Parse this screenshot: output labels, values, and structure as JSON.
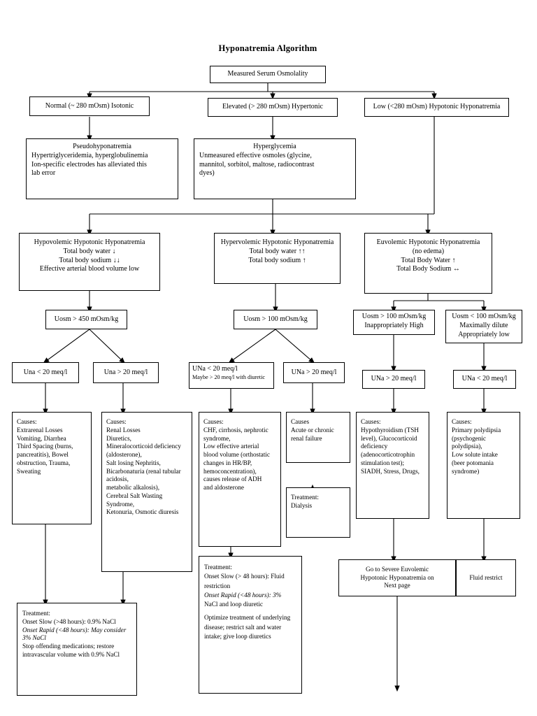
{
  "title": "Hyponatremia Algorithm",
  "nodes": {
    "root": "Measured Serum Osmolality",
    "osm_normal": "Normal (~ 280 mOsm) Isotonic",
    "osm_elevated": "Elevated (> 280 mOsm) Hypertonic",
    "osm_low": "Low (<280 mOsm) Hypotonic  Hyponatremia",
    "pseudo": {
      "l1": "Pseudohyponatremia",
      "l2": "Hypertriglyceridemia, hyperglobulinemia",
      "l3": "Ion-specific electrodes has alleviated this",
      "l4": "lab error"
    },
    "hyperglycemia": {
      "l1": "Hyperglycemia",
      "l2": "Unmeasured effective osmoles (glycine,",
      "l3": "mannitol, sorbitol, maltose,  radiocontrast",
      "l4": "dyes)"
    },
    "hypovolemic": {
      "l1": "Hypovolemic Hypotonic Hyponatremia",
      "l2": "Total body water ↓",
      "l3": "Total body sodium ↓↓",
      "l4": "Effective arterial blood volume low"
    },
    "hypervolemic": {
      "l1": "Hypervolemic Hypotonic Hyponatremia",
      "l2": "Total body water ↑↑",
      "l3": "Total body sodium ↑"
    },
    "euvolemic": {
      "l1": "Euvolemic Hypotonic Hyponatremia",
      "l2": "(no edema)",
      "l3": "Total Body Water ↑",
      "l4": "Total Body Sodium ↔"
    },
    "uosm_450": "Uosm > 450 mOsm/kg",
    "uosm_100_hyper": "Uosm > 100 mOsm/kg",
    "uosm_100_high": {
      "l1": "Uosm > 100 mOsm/kg",
      "l2": "Inappropriately High"
    },
    "uosm_100_low": {
      "l1": "Uosm < 100 mOsm/kg",
      "l2": "Maximally dilute",
      "l3": "Appropriately low"
    },
    "una_lt20_a": "Una < 20 meq/l",
    "una_gt20_a": "Una > 20 meq/l",
    "una_lt20_b": {
      "l1": "UNa < 20 meq/l",
      "l2": "Maybe > 20 meq/l with diuretic"
    },
    "una_gt20_b": "UNa > 20 meq/l",
    "una_gt20_c": "UNa > 20 meq/l",
    "una_lt20_d": "UNa < 20 meq/l",
    "causes_extrarenal": {
      "l1": "Causes:",
      "l2": "Extrarenal Losses",
      "l3": "Vomiting, Diarrhea",
      "l4": "Third Spacing (burns,",
      "l5": "pancreatitis), Bowel",
      "l6": "obstruction, Trauma,",
      "l7": "Sweating"
    },
    "causes_renal": {
      "l1": "Causes:",
      "l2": "Renal Losses",
      "l3": "Diuretics,",
      "l4": "Mineralocorticoid deficiency",
      "l5": "(aldosterone),",
      "l6": "Salt losing Nephritis,",
      "l7": "Bicarbonaturia (renal tubular",
      "l8": "acidosis,",
      "l9": "metabolic alkalosis),",
      "l10": "Cerebral Salt Wasting",
      "l11": "Syndrome,",
      "l12": "Ketonuria, Osmotic diuresis"
    },
    "causes_chf": {
      "l1": "Causes:",
      "l2": "CHF, cirrhosis, nephrotic",
      "l3": "syndrome,",
      "l4": "Low effective arterial",
      "l5": "blood volume (orthostatic",
      "l6": "changes in HR/BP,",
      "l7": "hemoconcentration),",
      "l8": "causes release of ADH",
      "l9": "and aldosterone"
    },
    "causes_renal_failure": {
      "l1": "Causes",
      "l2": "Acute or chronic",
      "l3": "renal failure"
    },
    "causes_siadh": {
      "l1": "Causes:",
      "l2": "Hypothyroidism (TSH",
      "l3": "level), Glucocorticoid",
      "l4": "deficiency",
      "l5": "(adenocorticotrophin",
      "l6": "stimulation test);",
      "l7": "SIADH, Stress, Drugs,"
    },
    "causes_polydipsia": {
      "l1": "Causes:",
      "l2": "Primary polydipsia",
      "l3": "(psychogenic",
      "l4": "polydipsia),",
      "l5": "Low solute intake",
      "l6": "(beer potomania",
      "l7": "syndrome)"
    },
    "treatment_dialysis": {
      "l1": "Treatment:",
      "l2": "Dialysis"
    },
    "treatment_hypovolemic": {
      "l1": "Treatment:",
      "l2": "Onset Slow (>48 hours): 0.9% NaCl",
      "l3": "Onset Rapid (<48 hours): May consider",
      "l4": "3% NaCl",
      "l5": "Stop offending medications; restore",
      "l6": "intravascular volume with 0.9% NaCl"
    },
    "treatment_hypervolemic": {
      "l1": "Treatment:",
      "l2": "Onset Slow (> 48 hours): Fluid",
      "l3": "restriction",
      "l4": "Onset Rapid (<48 hours): 3%",
      "l5": "NaCl and loop diuretic",
      "l6": "Optimize treatment of underlying",
      "l7": "disease; restrict salt and water",
      "l8": "intake; give loop diuretics"
    },
    "goto_severe": {
      "l1": "Go to Severe Euvolemic",
      "l2": "Hypotonic Hyponatremia on",
      "l3": "Next page"
    },
    "fluid_restrict": "Fluid restrict"
  }
}
